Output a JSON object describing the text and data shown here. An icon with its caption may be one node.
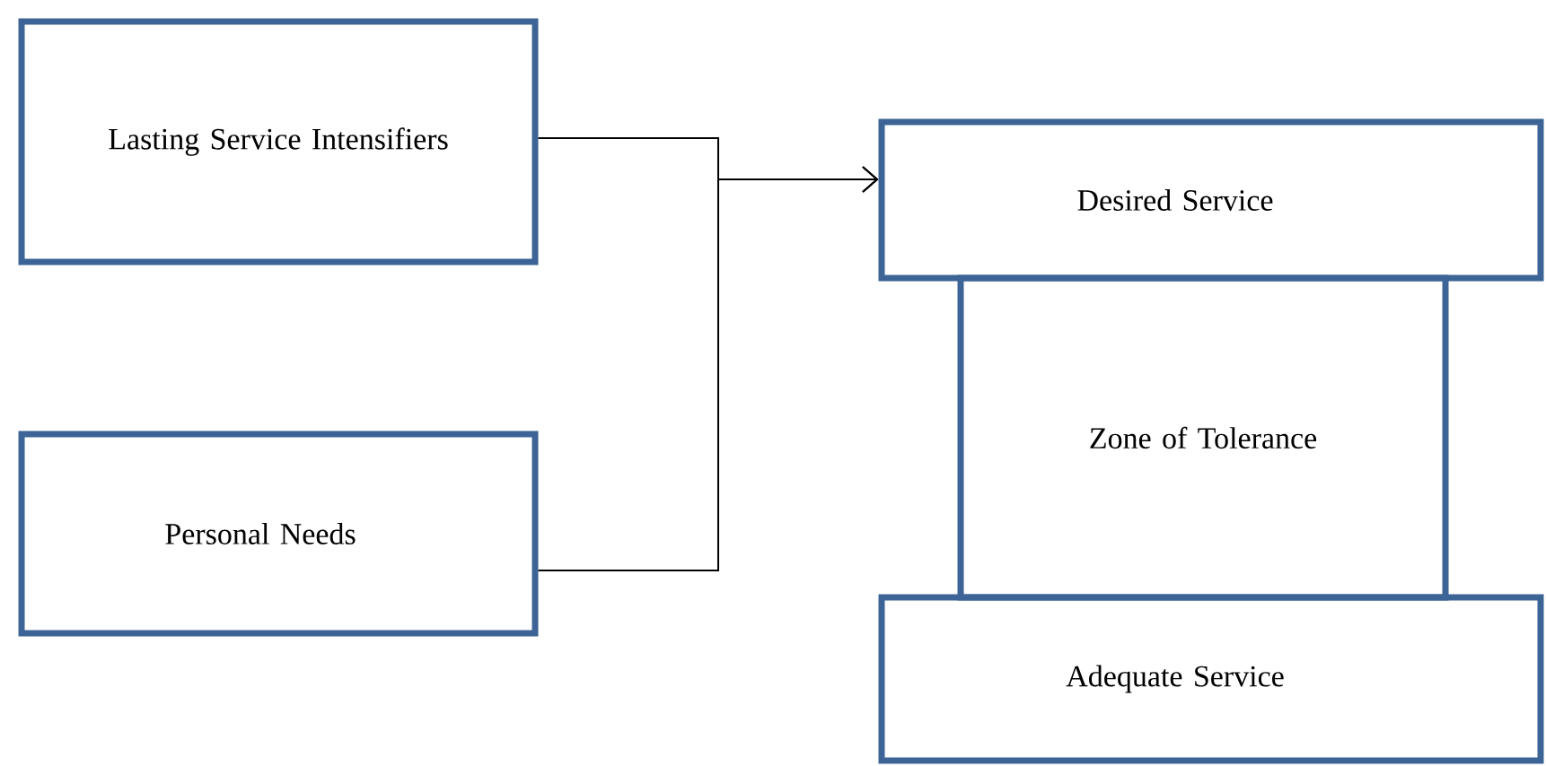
{
  "diagram": {
    "nodes": [
      {
        "text": [
          "Lasting Service Intensifiers"
        ]
      },
      {
        "text": [
          "Personal Needs"
        ]
      },
      {
        "text": [
          "Desired Service"
        ]
      },
      {
        "text": [
          "Zone of Tolerance"
        ]
      },
      {
        "text": [
          "Adequate Service"
        ]
      }
    ],
    "edges": [
      {
        "from": 0,
        "to": 2,
        "arrow": "to"
      },
      {
        "from": 1,
        "to": 2,
        "arrow": "to"
      }
    ]
  }
}
